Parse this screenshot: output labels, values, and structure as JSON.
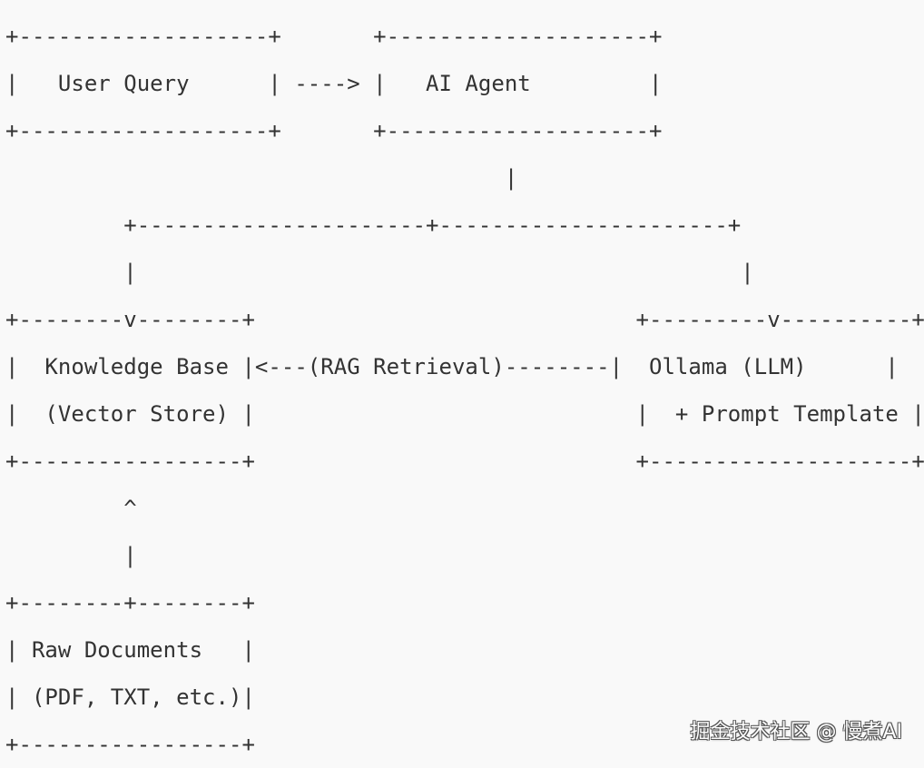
{
  "diagram": {
    "lines": [
      "+-------------------+       +--------------------+",
      "|   User Query      | ----> |   AI Agent         |",
      "+-------------------+       +--------------------+",
      "                                      |",
      "         +----------------------+----------------------+",
      "         |                                              |",
      "+--------v--------+                             +---------v----------+",
      "|  Knowledge Base |<---(RAG Retrieval)--------|  Ollama (LLM)      |",
      "|  (Vector Store) |                             |  + Prompt Template |",
      "+-----------------+                             +--------------------+",
      "         ^",
      "         |",
      "+--------+--------+",
      "| Raw Documents   |",
      "| (PDF, TXT, etc.)|",
      "+-----------------+"
    ]
  },
  "watermark": {
    "text": "掘金技术社区 @ 慢煮AI"
  },
  "colors": {
    "background": "#f9f9f9",
    "text": "#333333"
  }
}
